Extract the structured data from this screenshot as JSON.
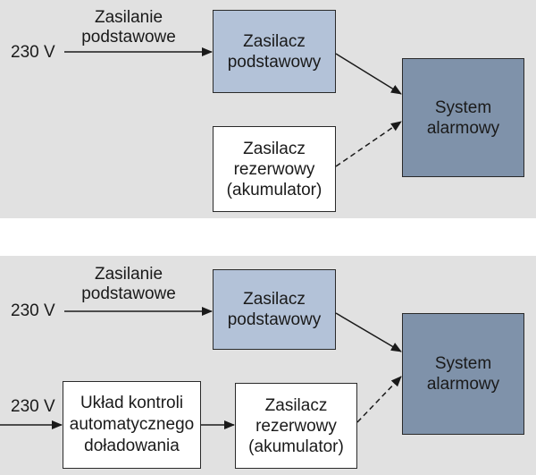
{
  "top": {
    "input_voltage": "230 V",
    "input_label": [
      "Zasilanie",
      "podstawowe"
    ],
    "primary_psu": [
      "Zasilacz",
      "podstawowy"
    ],
    "backup_psu": [
      "Zasilacz",
      "rezerwowy",
      "(akumulator)"
    ],
    "alarm_system": [
      "System",
      "alarmowy"
    ]
  },
  "bottom": {
    "input_voltage": "230 V",
    "input_label": [
      "Zasilanie",
      "podstawowe"
    ],
    "primary_psu": [
      "Zasilacz",
      "podstawowy"
    ],
    "charger_input_voltage": "230 V",
    "charge_controller": [
      "Układ kontroli",
      "automatycznego",
      "doładowania"
    ],
    "backup_psu": [
      "Zasilacz",
      "rezerwowy",
      "(akumulator)"
    ],
    "alarm_system": [
      "System",
      "alarmowy"
    ]
  },
  "colors": {
    "panel_bg": "#e1e1e1",
    "primary_box": "#b3c2d8",
    "alarm_box": "#7f92aa",
    "backup_box": "#ffffff",
    "line": "#1a1a1a"
  }
}
